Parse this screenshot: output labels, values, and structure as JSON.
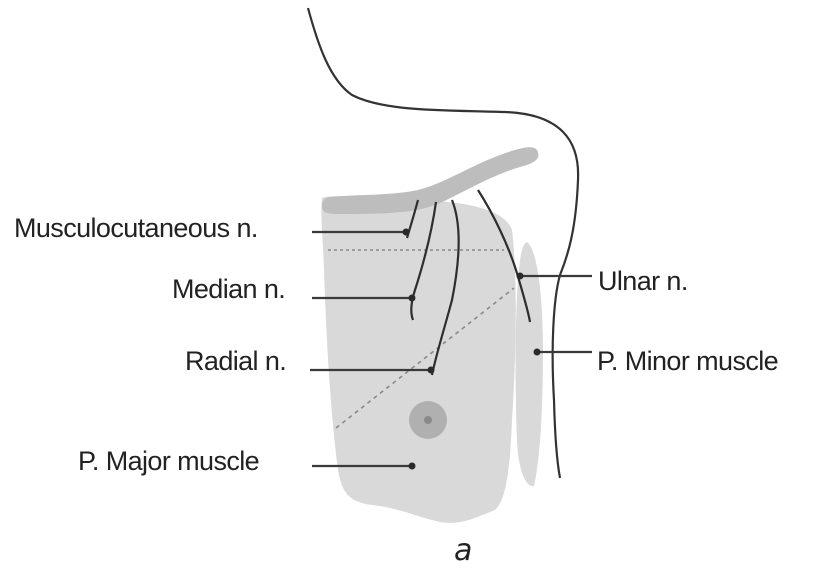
{
  "figure": {
    "panel_label": "a",
    "labels": {
      "musculocutaneous": "Musculocutaneous n.",
      "median": "Median n.",
      "radial": "Radial n.",
      "pmajor": "P. Major muscle",
      "ulnar": "Ulnar n.",
      "pminor": "P. Minor muscle"
    }
  },
  "colors": {
    "muscle_fill": "#d9d9d9",
    "clavicle_fill": "#bdbdbd",
    "outline_stroke": "#333333",
    "nerve_stroke": "#2e2e2e",
    "dashed_line": "#8a8a8a",
    "target_fill": "#b0b0b0",
    "text": "#222222"
  }
}
